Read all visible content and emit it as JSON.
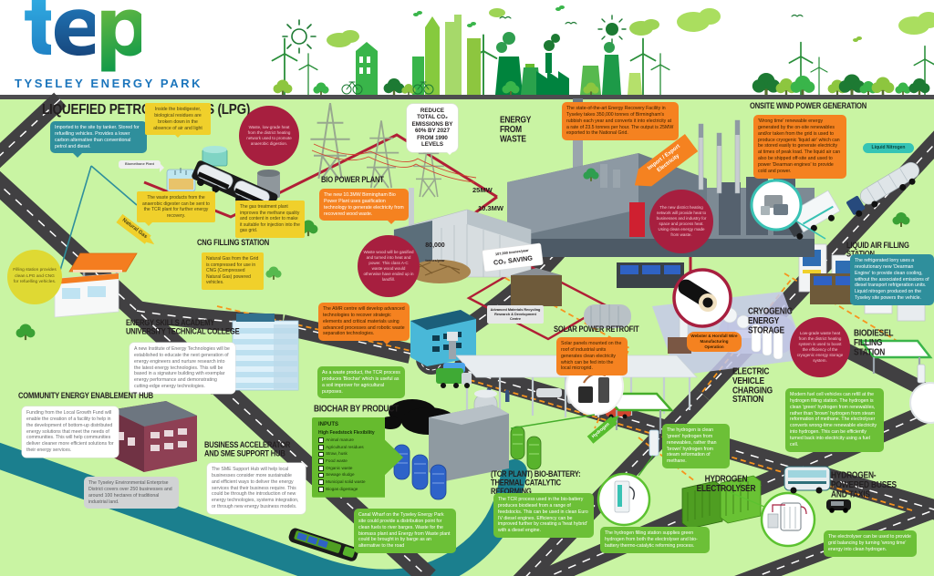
{
  "header": {
    "logo_t": "t",
    "logo_e": "e",
    "logo_p": "p",
    "park_name": "TYSELEY ENERGY PARK"
  },
  "palette": {
    "background": "#c9f4a3",
    "road": "#414042",
    "canal": "#1b7f8e",
    "orange": "#f58220",
    "yellow": "#f0d02b",
    "teal_box": "#2f8f9c",
    "green_box": "#6cc037",
    "crimson_circle": "#a71f3f",
    "logo_blue": "#1b75bc",
    "logo_green": "#39b54a",
    "red_line": "#b01f36",
    "orange_dash": "#f7941d"
  },
  "c": {
    "lpg_title": "LIQUEFIED PETROLEUM GAS (LPG)",
    "lpg_body": "Imported to the site by tanker. Stored for refuelling vehicles. Provides a lower carbon alternative than conventional petrol and diesel.",
    "biodigester": "Inside the biodigester, biological residues are broken down in the absence of air and light",
    "biomethane": "Biomethane Plant",
    "heat_digestion": "Waste, low-grade heat from the district heating network used to promote anaerobic digestion.",
    "waste_products": "The waste products from the anaerobic digester can be sent to the TCR plant for further energy recovery.",
    "gas_treatment": "The gas treatment plant improves the methane quality and content in order to make it suitable for injection into the gas grid.",
    "filling_station": "Filling station provides clean LPG and CNG for refuelling vehicles.",
    "natural_gas": "Natural Gas",
    "cng_title": "CNG FILLING STATION",
    "cng_body": "Natural Gas from the Grid is compressed for use in CNG (Compressed Natural Gas) powered vehicles.",
    "esa_title1": "ENERGY SKILLS ACADEMY",
    "esa_title2": "UNIVERSITY TECHNICAL COLLEGE",
    "esa_body": "A new Institute of Energy Technologies will be established to educate the next generation of energy engineers and nurture research into the latest energy technologies. This will be based in a signature building with exemplar energy performance and demonstrating cutting-edge energy technologies.",
    "bio_title": "BIO POWER PLANT",
    "bio_body": "The new 10.3MW Birmingham Bio Power Plant uses gasification technology to generate electricity from recovered wood waste.",
    "co2_bubble": "REDUCE TOTAL CO₂ EMISSIONS BY 60% BY 2027 FROM 1990 LEVELS",
    "efw_title": "ENERGY FROM WASTE",
    "efw_body": "The state-of-the-art Energy Recovery Facility in Tyseley takes 350,000 tonnes of Birmingham's rubbish each year and converts it into electricity at a rate of 23.5 tonnes per hour. The output is 25MW exported to the National Grid.",
    "mw25": "25MW",
    "mw103": "10.3MW",
    "t80k_num": "80,000",
    "t80k_unit": "tonnes/year",
    "waste_wood": "Waste wood will be gasified and turned into heat and power. This class A-C waste wood would otherwise have ended up in landfill.",
    "co2_num": "107,000 tonnes/year",
    "co2_label": "CO₂ SAVING",
    "amr_label": "Advanced Materials Recycling Research & Development Centre",
    "amr_body": "The AMR centre will develop advanced technologies to recover strategic elements and critical materials using advanced processes and robotic waste separation technologies.",
    "wind_title": "ONSITE WIND POWER GENERATION",
    "wind_body": "'Wrong time' renewable energy generated by the on-site renewables and/or taken from the grid is used to produce cryogenic 'liquid air' which can be stored easily to generate electricity at times of peak load. The liquid air can also be shipped off-site and used to power 'Dearman engines' to provide cold and power.",
    "impexp": "Import / Export Electricity",
    "liqn": "Liquid Nitrogen",
    "district": "The new district heating network will provide heat to businesses and industry for space and process heat. Using clean energy made from waste.",
    "laf_title": "LIQUID AIR FILLING STATION",
    "laf_body": "The refrigerated lorry uses a revolutionary new 'Dearman Engine' to provide clean cooling, without the associated emissions of diesel transport refrigeration units. Liquid nitrogen produced on the Tyseley site powers the vehicle.",
    "cryo_title": "CRYOGENIC ENERGY STORAGE",
    "low_grade": "Low-grade waste heat from the district heating system is used to boost the efficiency of the cryogenic energy storage system.",
    "webster": "Webster & Horsfall Wire Manufacturing Operation",
    "biodiesel_title": "BIODIESEL FILLING STATION",
    "solar_title": "SOLAR POWER RETROFIT",
    "solar_body": "Solar panels mounted on the roof of industrial units generates clean electricity which can be fed into the local microgrid.",
    "ev_title": "ELECTRIC VEHICLE CHARGING STATION",
    "fuel_cell": "Modern fuel cell vehicles can refill at the hydrogen filling station. The hydrogen is clean 'green' hydrogen from renewables, rather than 'brown' hydrogen from steam reformation of methane. The electrolyser converts wrong-time renewable electricity into hydrogen. This can be efficiently turned back into electricity using a fuel cell.",
    "green_h2": "The hydrogen is clean 'green' hydrogen from renewables, rather than 'brown' hydrogen from steam reformation of methane.",
    "ceh_title": "COMMUNITY ENERGY ENABLEMENT HUB",
    "ceh_body": "Funding from the Local Growth Fund will enable the creation of a facility to help in the development of bottom-up distributed energy solutions that meet the needs of communities. This will help communities deliver cleaner more efficient solutions for their energy services.",
    "teed": "The Tyseley Environmental Enterprise District covers over 250 businesses and around 100 hectares of traditional industrial land.",
    "sme_title1": "BUSINESS ACCELERATOR",
    "sme_title2": "AND SME SUPPORT HUB",
    "sme_body": "The SME Support Hub will help local businesses consider more sustainable and efficient ways to deliver the energy services that their business require. This could be through the introduction of new energy technologies, systems integration, or through new energy business models.",
    "biochar_note": "As a waste product, the TCR process produces 'Biochar' which is useful as a soil improver for agricultural purposes.",
    "biochar_title": "BIOCHAR BY PRODUCT",
    "inputs_title": "INPUTS",
    "inputs_sub": "High Feedstock Flexibility",
    "inputs": [
      "Animal manure",
      "Agricultural residues",
      "Straw, husk",
      "Food waste",
      "Organic waste",
      "Sewage sludge",
      "Municipal solid waste",
      "Biogas digestage"
    ],
    "canal_wharf": "Canal Wharf on the Tyseley Energy Park site could provide a distribution point for clean fuels to river barges. Waste for the biomass plant and Energy from Waste plant could be brought in by barge as an alternative to the road",
    "tcr_title1": "(TCR PLANT) BIO-BATTERY:",
    "tcr_title2": "THERMAL CATALYTIC REFORMING",
    "tcr_body": "The TCR process used in the bio-battery produces biodiesel from a range of feedstocks. This can be used in clean Euro IV diesel engines. Efficiency can be improved further by creating a 'heat hybrid' with a diesel engine.",
    "h2_station": "The hydrogen filling station supplies green hydrogen from both the electrolyser and bio-battery thermo-catalytic reforming process.",
    "he_title": "HYDROGEN ELECTROLYSER",
    "hb_title": "HYDROGEN-POWERED BUSES AND TAXIS",
    "grid_balance": "The electrolyser can be used to provide grid balancing by turning 'wrong time' energy into clean hydrogen.",
    "hyd_arrow": "Hydrogen"
  }
}
